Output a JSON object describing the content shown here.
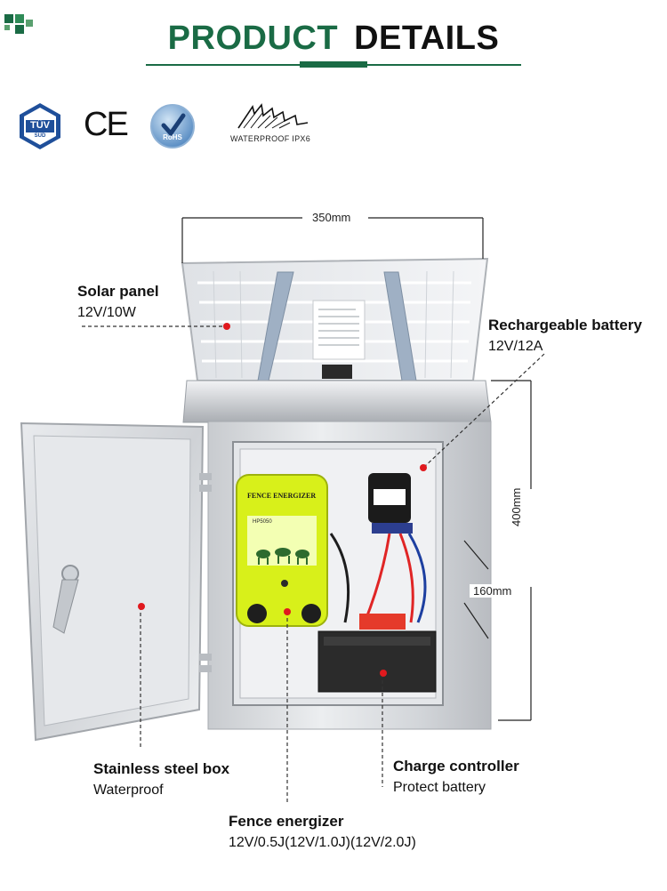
{
  "header": {
    "title_part1": "PRODUCT",
    "title_part2": "DETAILS"
  },
  "certifications": {
    "tuv_text": "TÜV",
    "tuv_sub": "SÜD",
    "ce_text": "CE",
    "rohs_text": "RoHS",
    "waterproof_label": "WATERPROOF IPX6"
  },
  "dimensions": {
    "width": "350mm",
    "height": "400mm",
    "depth": "160mm"
  },
  "callouts": {
    "solar_panel": {
      "title": "Solar panel",
      "sub": "12V/10W"
    },
    "battery": {
      "title": "Rechargeable battery",
      "sub": "12V/12A"
    },
    "steel_box": {
      "title": "Stainless steel box",
      "sub": "Waterproof"
    },
    "controller": {
      "title": "Charge controller",
      "sub": "Protect battery"
    },
    "energizer": {
      "title": "Fence energizer",
      "sub": "12V/0.5J(12V/1.0J)(12V/2.0J)"
    }
  },
  "device": {
    "energizer_label": "FENCE ENERGIZER",
    "energizer_model": "HP5050"
  },
  "colors": {
    "brand_green": "#1a6b45",
    "callout_red": "#e0191e",
    "energizer_yellow": "#d8f01a",
    "tuv_blue": "#1f4f9a"
  }
}
